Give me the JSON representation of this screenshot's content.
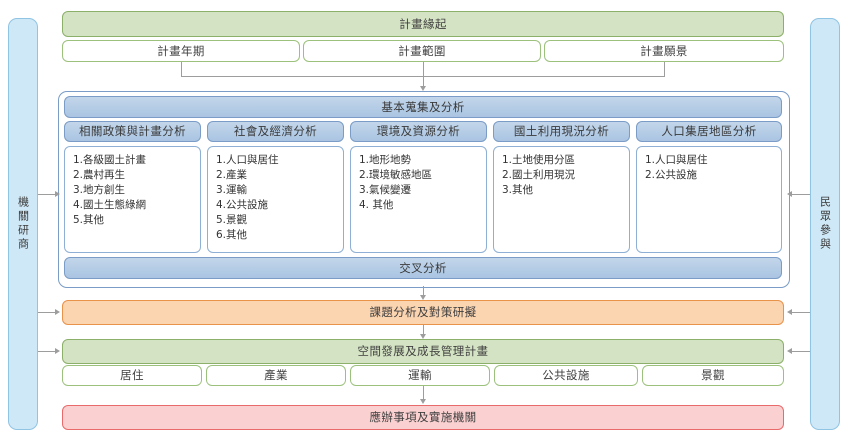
{
  "diagram": {
    "title_block": {
      "header": "計畫緣起",
      "items": [
        "計畫年期",
        "計畫範圍",
        "計畫願景"
      ]
    },
    "rails": {
      "left": "機關研商",
      "right": "民眾參與"
    },
    "survey_block": {
      "header": "基本蒐集及分析",
      "footer": "交叉分析",
      "columns": [
        {
          "title": "相關政策與計畫分析",
          "items": [
            "1.各級國土計畫",
            "2.農村再生",
            "3.地方創生",
            "4.國土生態綠網",
            "5.其他"
          ]
        },
        {
          "title": "社會及經濟分析",
          "items": [
            "1.人口與居住",
            "2.產業",
            "3.運輸",
            "4.公共設施",
            "5.景觀",
            "6.其他"
          ]
        },
        {
          "title": "環境及資源分析",
          "items": [
            "1.地形地勢",
            "2.環境敏感地區",
            "3.氣候變遷",
            "4. 其他"
          ]
        },
        {
          "title": "國土利用現況分析",
          "items": [
            "1.土地使用分區",
            "2.國土利用現況",
            "3.其他"
          ]
        },
        {
          "title": "人口集居地區分析",
          "items": [
            "1.人口與居住",
            "2.公共設施"
          ]
        }
      ]
    },
    "issue_block": {
      "header": "課題分析及對策研擬"
    },
    "spatial_block": {
      "header": "空間發展及成長管理計畫",
      "items": [
        "居住",
        "產業",
        "運輸",
        "公共設施",
        "景觀"
      ]
    },
    "action_block": {
      "header": "應辦事項及實施機關"
    },
    "colors": {
      "green_fill": "#d4e3c3",
      "green_border": "#8cb06a",
      "blue_fill": "#b8cde6",
      "blue_border": "#7a9cc6",
      "orange_fill": "#fbd4b0",
      "orange_border": "#e8924a",
      "red_fill": "#fad0d0",
      "red_border": "#e86a6a",
      "rail_fill": "#cfe8f7",
      "rail_border": "#8fc4e3",
      "connector": "#9d9d9d"
    }
  }
}
